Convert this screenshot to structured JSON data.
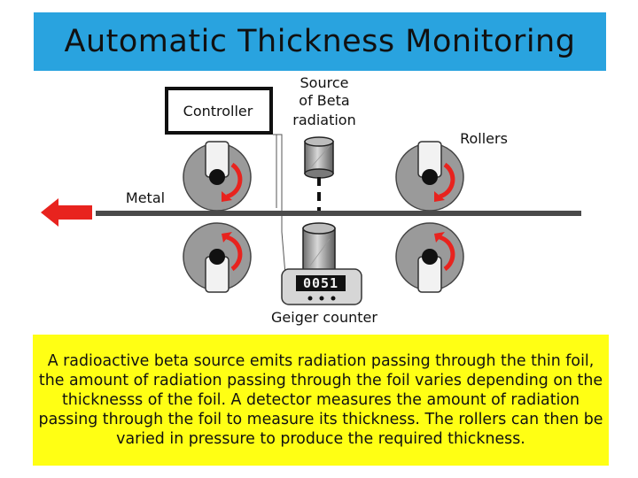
{
  "title": "Automatic Thickness Monitoring",
  "labels": {
    "controller": "Controller",
    "source_lines": [
      "Source",
      "of Beta",
      "radiation"
    ],
    "rollers": "Rollers",
    "metal": "Metal",
    "geiger": "Geiger counter"
  },
  "counter_display": "0051",
  "description": "A radioactive beta source emits radiation passing through the thin foil, the amount of radiation passing through the foil varies depending on the thicknesss of the foil. A detector measures the amount of radiation passing through the foil to measure its thickness. The rollers can then be varied in pressure to produce the required thickness.",
  "colors": {
    "title_bg": "#29a3df",
    "text_bg": "#ffff14",
    "arrow": "#e8231e",
    "roller": "#9a9a9a",
    "metal": "#4a4a4a"
  }
}
